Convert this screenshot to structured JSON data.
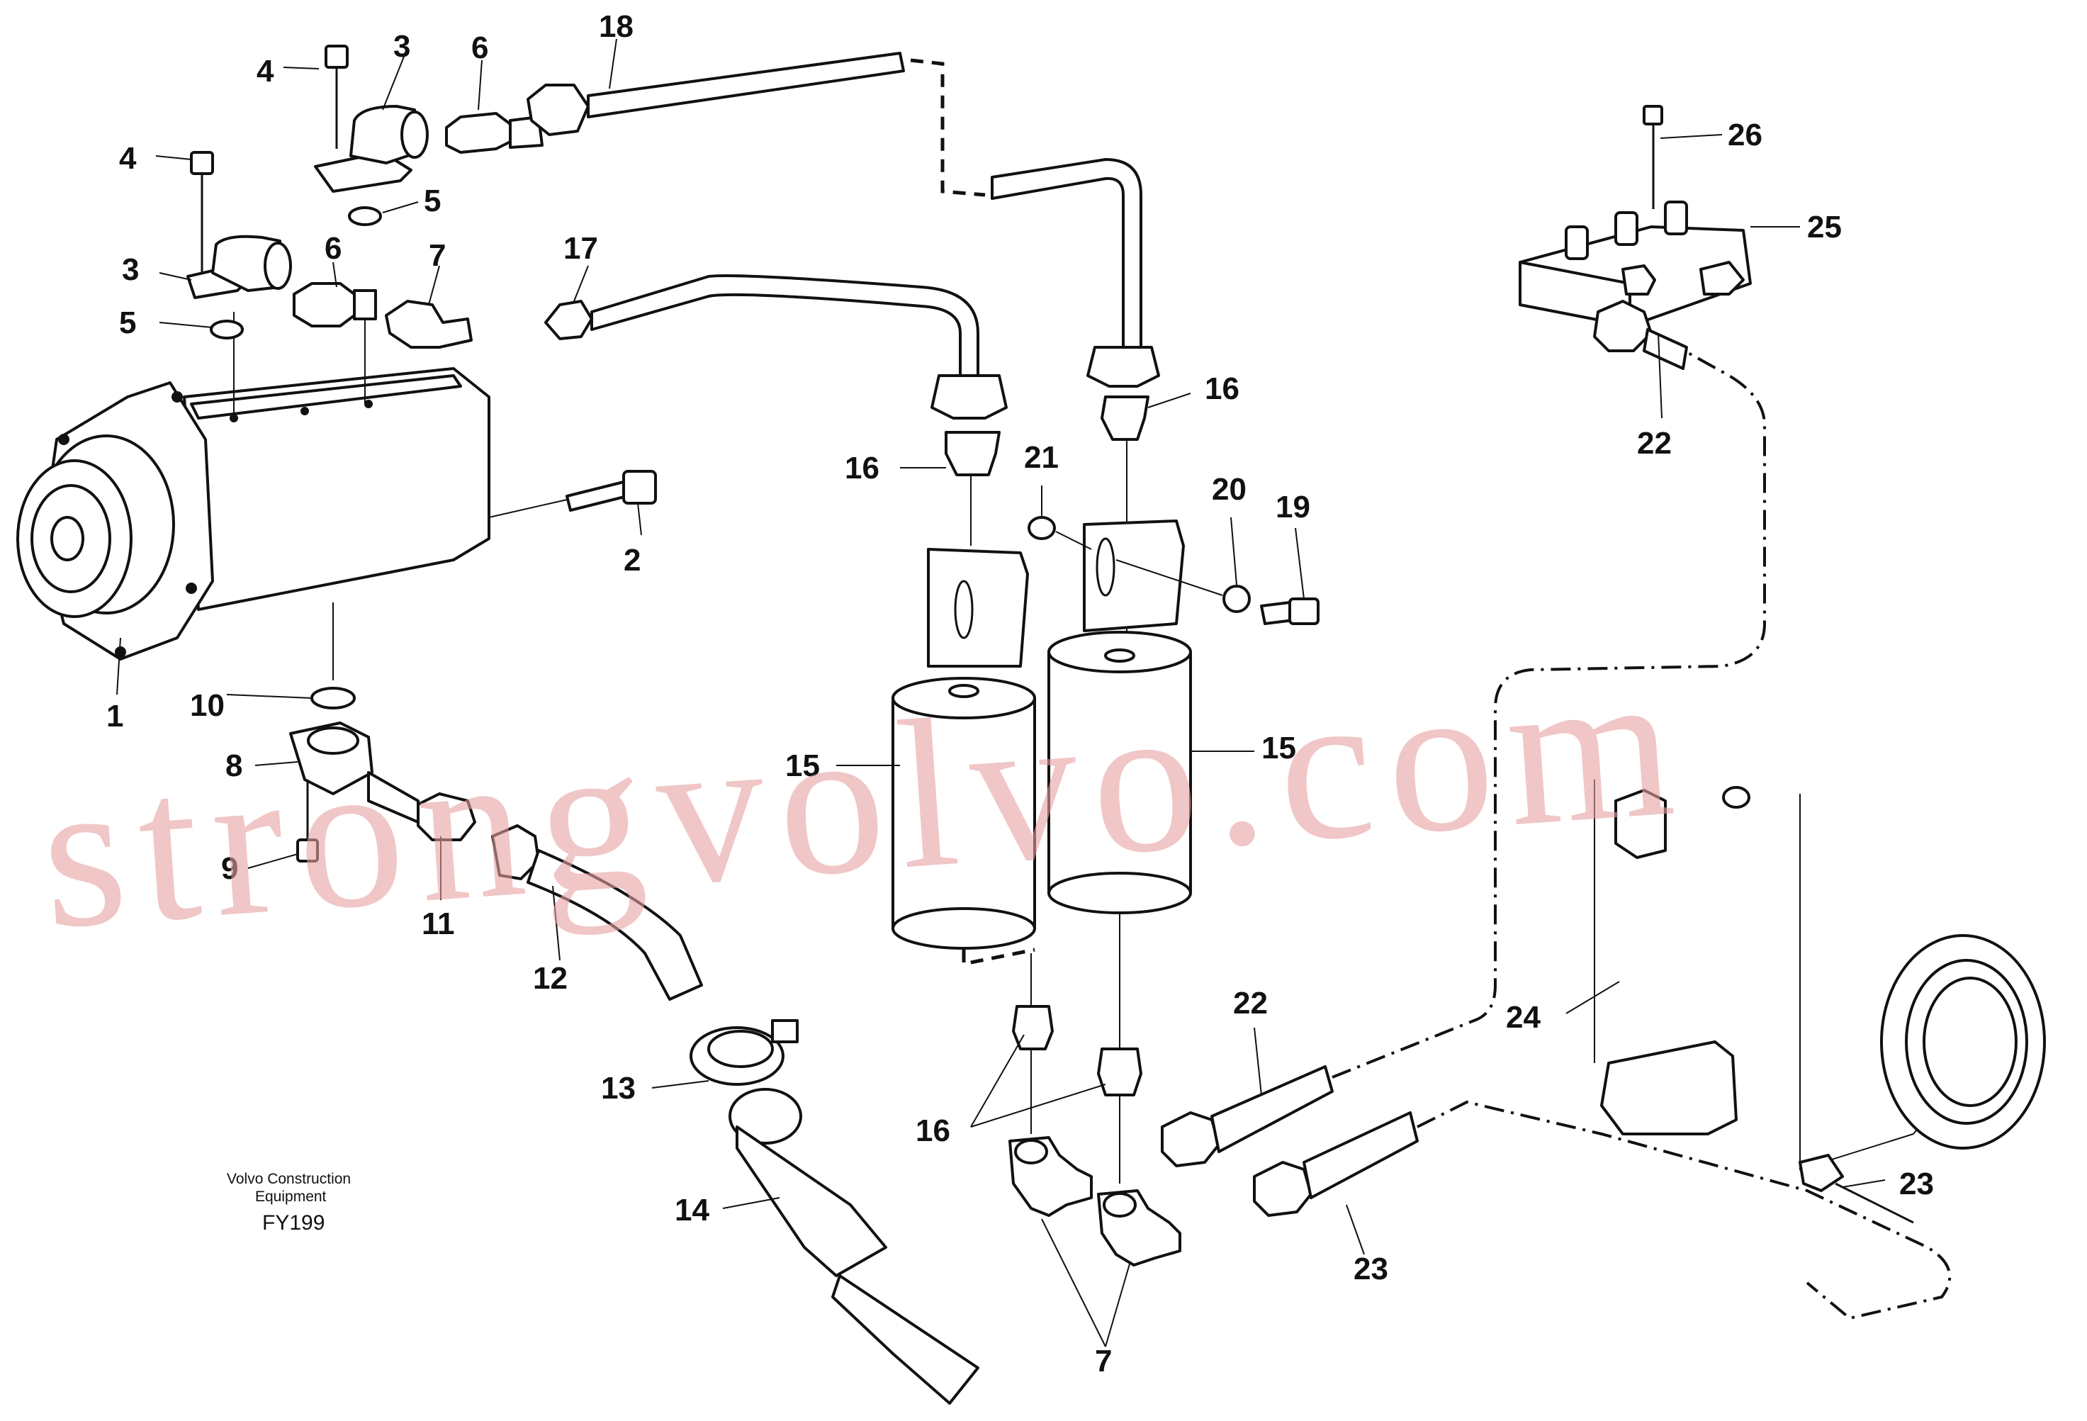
{
  "title": {
    "line1": "Volvo Construction",
    "line2": "Equipment",
    "code": "FY199"
  },
  "watermark": "strongvolvo.com",
  "callouts": {
    "c1": "1",
    "c2": "2",
    "c3a": "3",
    "c3b": "3",
    "c4a": "4",
    "c4b": "4",
    "c5a": "5",
    "c5b": "5",
    "c6a": "6",
    "c6b": "6",
    "c7a": "7",
    "c7b": "7",
    "c8": "8",
    "c9": "9",
    "c10": "10",
    "c11": "11",
    "c12": "12",
    "c13": "13",
    "c14": "14",
    "c15a": "15",
    "c15b": "15",
    "c16a": "16",
    "c16b": "16",
    "c16c": "16",
    "c17": "17",
    "c18": "18",
    "c19": "19",
    "c20": "20",
    "c21": "21",
    "c22a": "22",
    "c22b": "22",
    "c23a": "23",
    "c23b": "23",
    "c24": "24",
    "c25": "25",
    "c26": "26"
  }
}
